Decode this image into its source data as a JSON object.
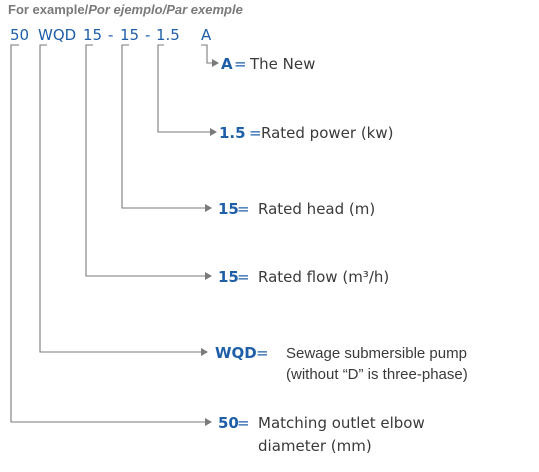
{
  "header": {
    "lead": "For example/",
    "rest": "Por ejemplo/Par exemple"
  },
  "code": {
    "p50": "50",
    "wqd": "WQD",
    "flow": "15",
    "d1": "-",
    "head": "15",
    "d2": "-",
    "power": "1.5",
    "a": "A"
  },
  "legend": [
    {
      "key": "A",
      "eq": "=",
      "lines": [
        "The New"
      ]
    },
    {
      "key": "1.5",
      "eq": "=",
      "lines": [
        "Rated power (kw)"
      ]
    },
    {
      "key": "15",
      "eq": "=",
      "lines": [
        "Rated head (m)"
      ]
    },
    {
      "key": "15",
      "eq": "=",
      "lines": [
        "Rated flow (m³/h)"
      ]
    },
    {
      "key": "WQD",
      "eq": "=",
      "lines": [
        "Sewage submersible pump",
        "(without “D” is three-phase)"
      ]
    },
    {
      "key": "50",
      "eq": "=",
      "lines": [
        "Matching outlet elbow",
        "diameter (mm)"
      ]
    }
  ]
}
